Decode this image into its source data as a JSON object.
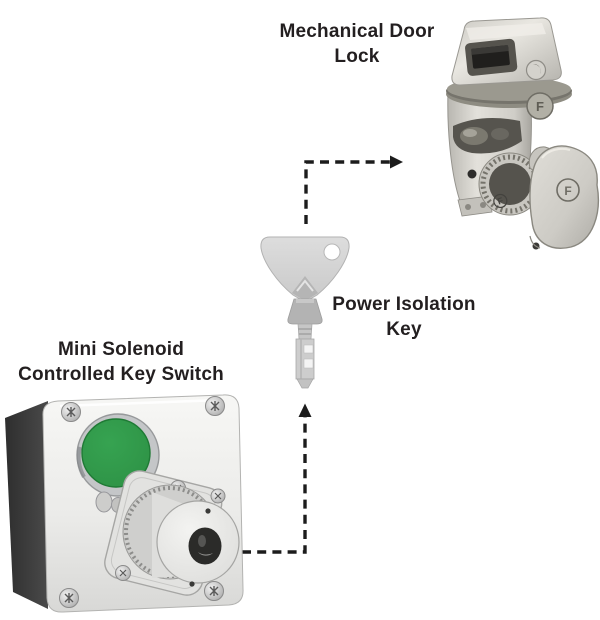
{
  "diagram": {
    "title_hint": "Power isolation trapped-key sequence diagram",
    "components": {
      "door_lock": {
        "line1": "Mechanical Door",
        "line2": "Lock",
        "illustration": "mechanical-door-lock-illustration"
      },
      "power_key": {
        "line1": "Power Isolation",
        "line2": "Key",
        "illustration": "power-isolation-key-illustration"
      },
      "key_switch": {
        "line1": "Mini Solenoid",
        "line2": "Controlled Key Switch",
        "illustration": "mini-solenoid-key-switch-illustration"
      }
    },
    "connections": [
      {
        "from": "key_switch",
        "to": "power_key",
        "style": "dashed-arrow",
        "direction": "right-then-up"
      },
      {
        "from": "power_key",
        "to": "door_lock",
        "style": "dashed-arrow",
        "direction": "up-then-right"
      }
    ],
    "icons": [
      "mechanical-door-lock-illustration",
      "power-isolation-key-illustration",
      "mini-solenoid-key-switch-illustration",
      "dashed-arrow-up-icon",
      "dashed-arrow-right-icon"
    ],
    "colors": {
      "background": "#ffffff",
      "label_text": "#231f20",
      "arrow": "#1c1c1c",
      "button_green": "#2f9447",
      "metal_light": "#d6d4ce",
      "metal_band_dark": "#8e8c82",
      "key_grey": "#d5d5d5",
      "key_collar_grey": "#b3b3b3",
      "enclosure_white": "#f2f2f0",
      "enclosure_side_dark": "#3c3c3c"
    }
  }
}
